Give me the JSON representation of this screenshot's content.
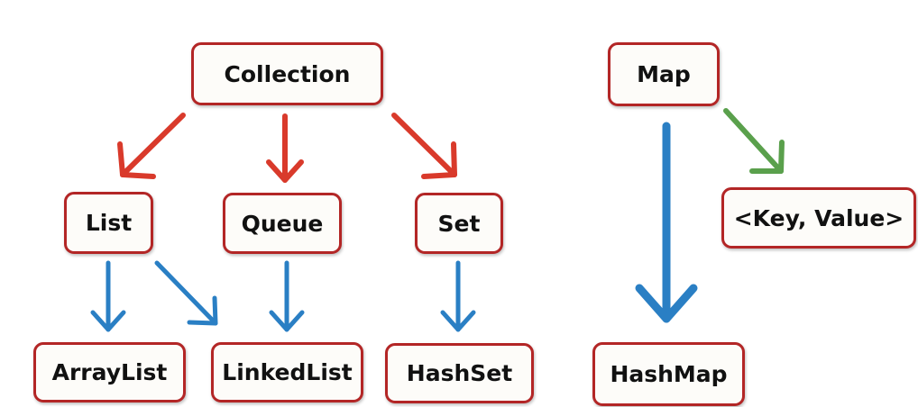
{
  "nodes": {
    "collection": "Collection",
    "list": "List",
    "queue": "Queue",
    "set": "Set",
    "arraylist": "ArrayList",
    "linkedlist": "LinkedList",
    "hashset": "HashSet",
    "map": "Map",
    "keyvalue": "<Key, Value>",
    "hashmap": "HashMap"
  },
  "edges": [
    {
      "from": "Collection",
      "to": "List",
      "color": "#d93a2b"
    },
    {
      "from": "Collection",
      "to": "Queue",
      "color": "#d93a2b"
    },
    {
      "from": "Collection",
      "to": "Set",
      "color": "#d93a2b"
    },
    {
      "from": "List",
      "to": "ArrayList",
      "color": "#2a7fc4"
    },
    {
      "from": "List",
      "to": "LinkedList",
      "color": "#2a7fc4"
    },
    {
      "from": "Queue",
      "to": "LinkedList",
      "color": "#2a7fc4"
    },
    {
      "from": "Set",
      "to": "HashSet",
      "color": "#2a7fc4"
    },
    {
      "from": "Map",
      "to": "HashMap",
      "color": "#2a7fc4"
    },
    {
      "from": "Map",
      "to": "<Key, Value>",
      "color": "#5aa04c"
    }
  ],
  "colors": {
    "node_border": "#b32626",
    "node_fill": "#fdfcf9",
    "red_arrow": "#d93a2b",
    "blue_arrow": "#2a7fc4",
    "green_arrow": "#5aa04c"
  }
}
